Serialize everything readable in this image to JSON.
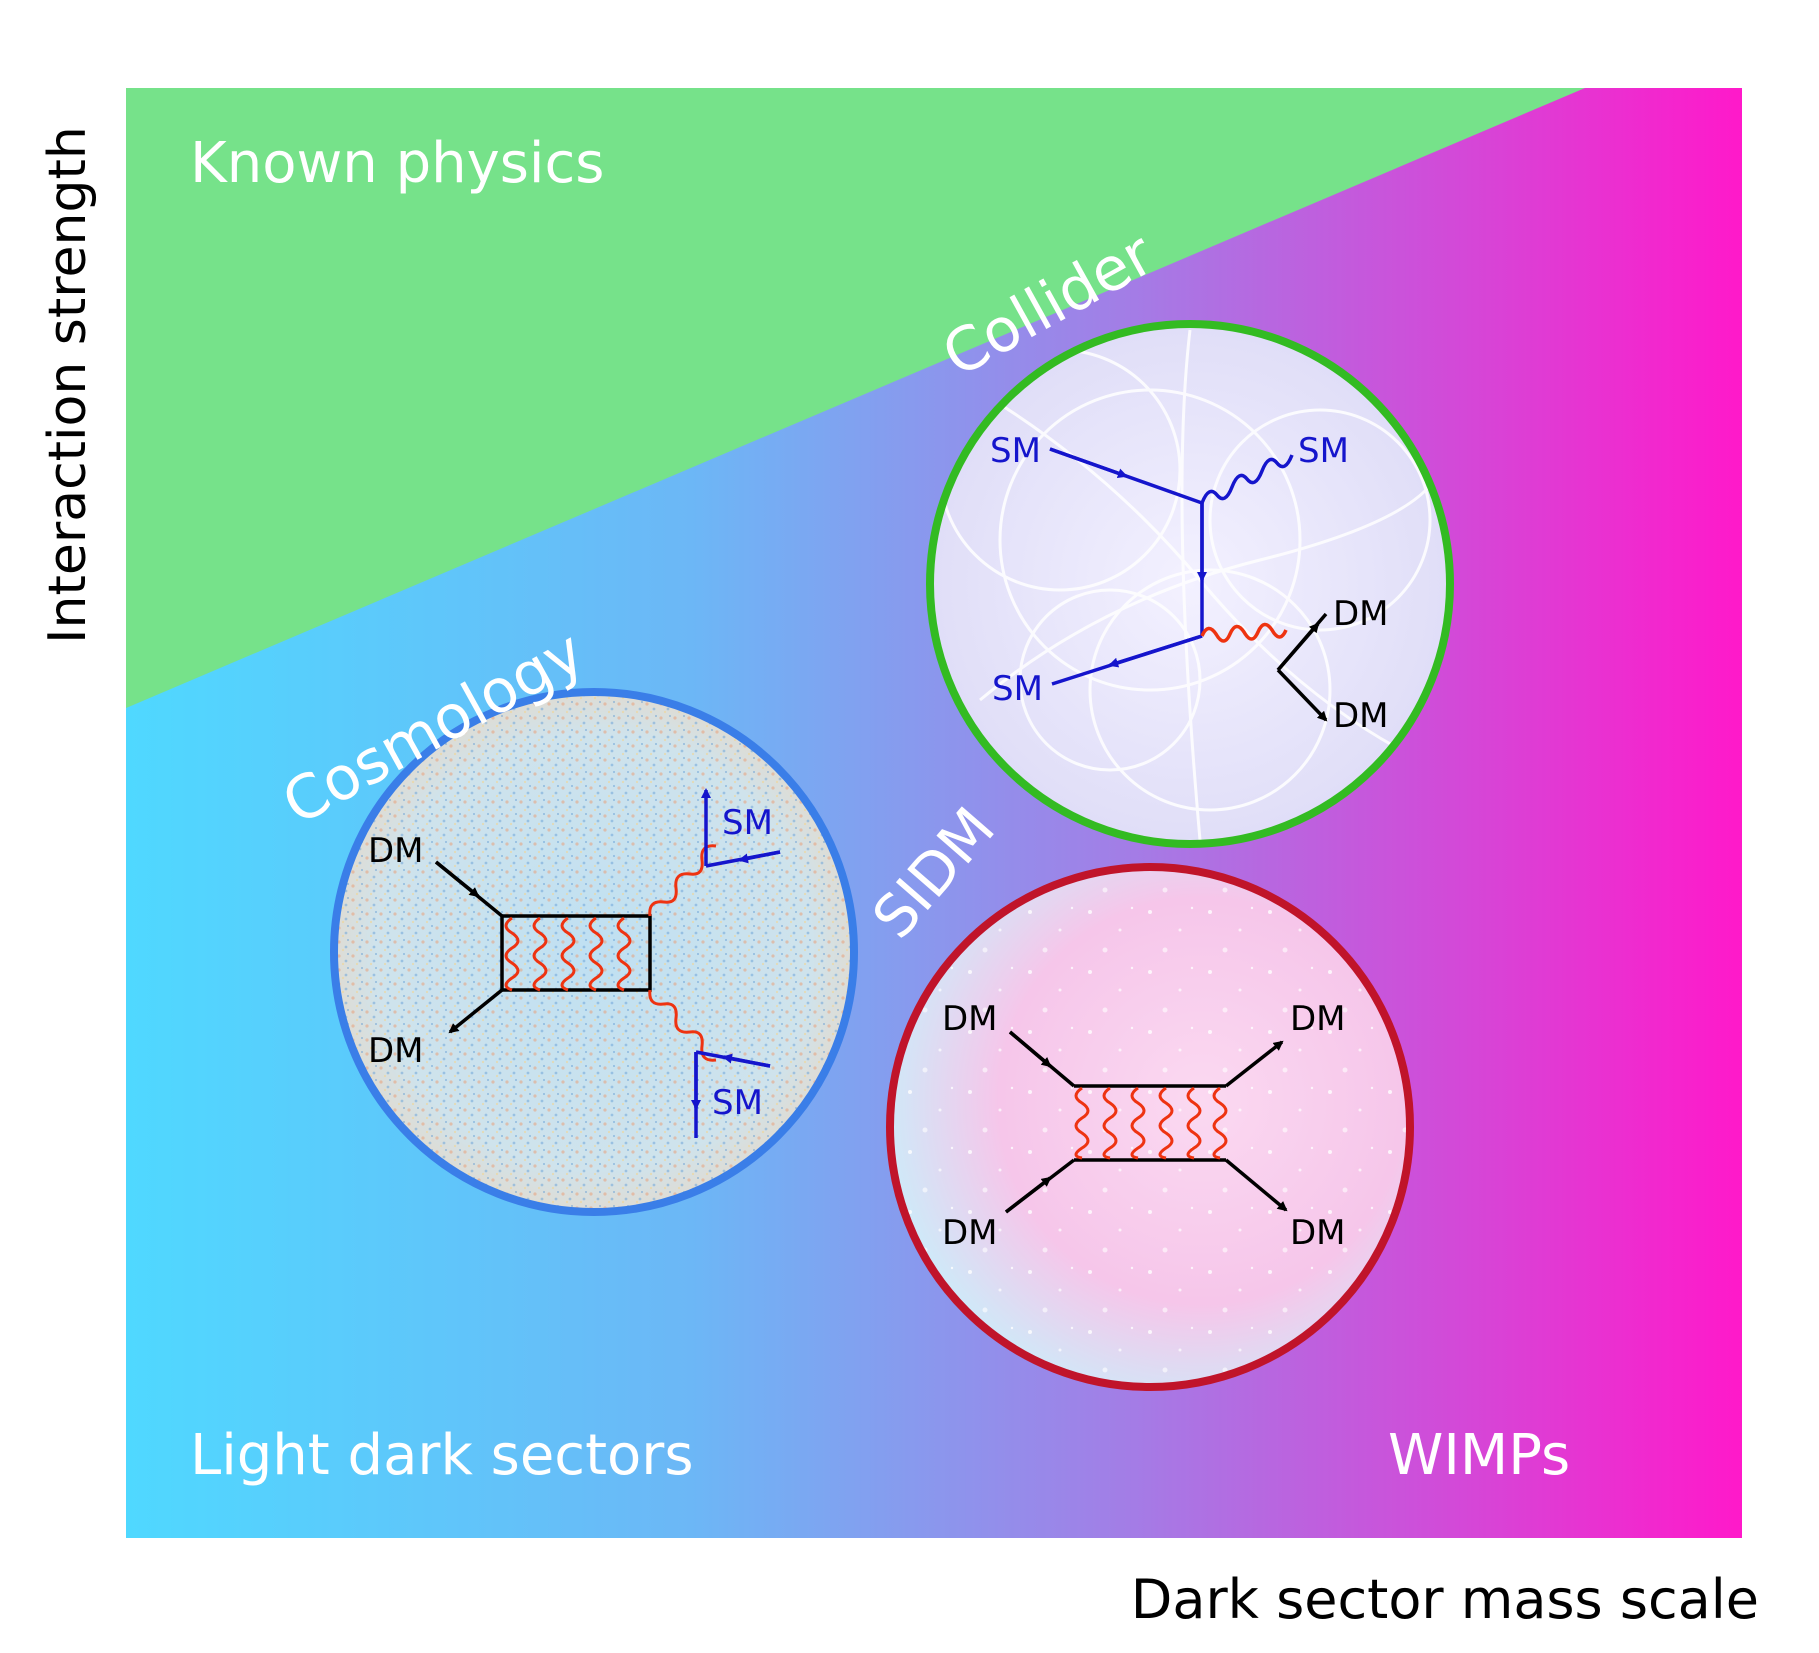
{
  "axes": {
    "y_label": "Interaction strength",
    "x_label": "Dark sector mass scale"
  },
  "regions": {
    "known_physics": "Known physics",
    "light_dark_sectors": "Light dark sectors",
    "wimps": "WIMPs"
  },
  "probes": {
    "collider": {
      "title": "Collider",
      "labels": {
        "sm_in": "SM",
        "sm_out_top": "SM",
        "sm_out_left": "SM",
        "dm_top": "DM",
        "dm_bottom": "DM"
      }
    },
    "cosmology": {
      "title": "Cosmology",
      "labels": {
        "dm_top": "DM",
        "dm_bottom": "DM",
        "sm_top": "SM",
        "sm_bottom": "SM"
      }
    },
    "sidm": {
      "title": "SIDM",
      "labels": {
        "dm_top_left": "DM",
        "dm_top_right": "DM",
        "dm_bottom_left": "DM",
        "dm_bottom_right": "DM"
      }
    }
  },
  "colors": {
    "green_region": "#76e28a",
    "cyan": "#4fd6ff",
    "magenta": "#ff1acb",
    "collider_ring": "#33bb22",
    "cosmology_ring": "#3a7ee8",
    "sidm_ring": "#c0142a",
    "sm_line": "#1515cc",
    "mediator": "#ee3311",
    "dm_line": "#000000"
  }
}
